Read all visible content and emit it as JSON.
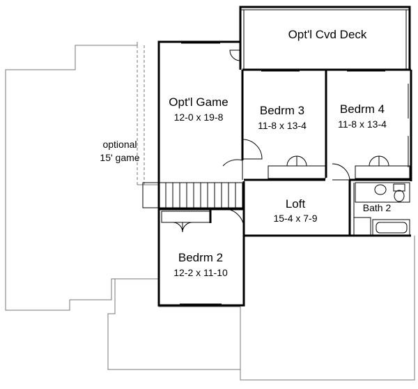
{
  "rooms": {
    "deck": {
      "name": "Opt'l Cvd Deck"
    },
    "game": {
      "name": "Opt'l Game",
      "dims": "12-0 x 19-8"
    },
    "optional_game": {
      "line1": "optional",
      "line2": "15' game"
    },
    "bedrm3": {
      "name": "Bedrm 3",
      "dims": "11-8 x 13-4"
    },
    "bedrm4": {
      "name": "Bedrm 4",
      "dims": "11-8 x 13-4"
    },
    "loft": {
      "name": "Loft",
      "dims": "15-4 x 7-9"
    },
    "bath2": {
      "name": "Bath 2"
    },
    "bedrm2": {
      "name": "Bedrm 2",
      "dims": "12-2 x 11-10"
    }
  }
}
